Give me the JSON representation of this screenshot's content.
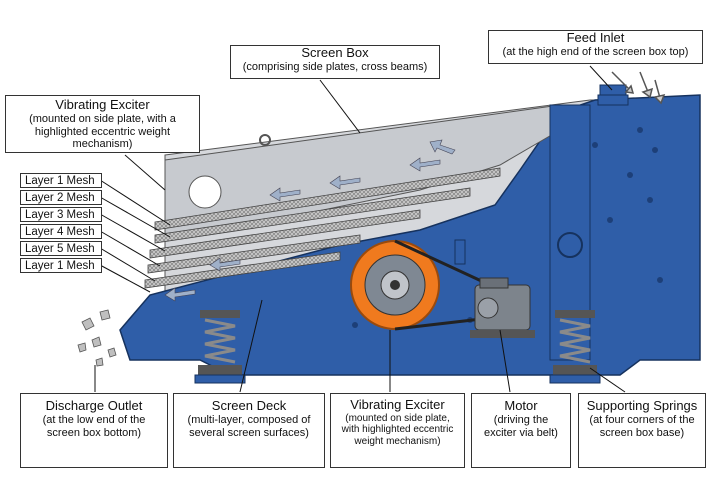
{
  "labels": {
    "feed_inlet": {
      "title": "Feed Inlet",
      "sub": "(at the high end of the screen box top)"
    },
    "screen_box": {
      "title": "Screen Box",
      "sub": "(comprising side plates, cross beams)"
    },
    "vibrating_exciter_top": {
      "title": "Vibrating Exciter",
      "sub": "(mounted on side plate, with a highlighted eccentric weight mechanism)"
    },
    "layers": [
      "Layer 1 Mesh",
      "Layer 2 Mesh",
      "Layer 3 Mesh",
      "Layer 4 Mesh",
      "Layer 5 Mesh",
      "Layer 1 Mesh"
    ],
    "discharge_outlet": {
      "title": "Discharge Outlet",
      "sub": "(at the low end of the screen box bottom)"
    },
    "screen_deck": {
      "title": "Screen Deck",
      "sub": "(multi-layer, composed of several screen surfaces)"
    },
    "vibrating_exciter_bottom": {
      "title": "Vibrating Exciter",
      "sub": "(mounted on side plate, with highlighted eccentric weight mechanism)"
    },
    "motor": {
      "title": "Motor",
      "sub": "(driving the exciter via belt)"
    },
    "supporting_springs": {
      "title": "Supporting Springs",
      "sub": "(at four corners of the screen box base)"
    }
  },
  "colors": {
    "frame_blue": "#2f5ea8",
    "frame_dark": "#1d3f78",
    "gray_panel": "#d6d8dc",
    "exciter_orange": "#f07a1e",
    "spring_gray": "#9a9a9a"
  }
}
